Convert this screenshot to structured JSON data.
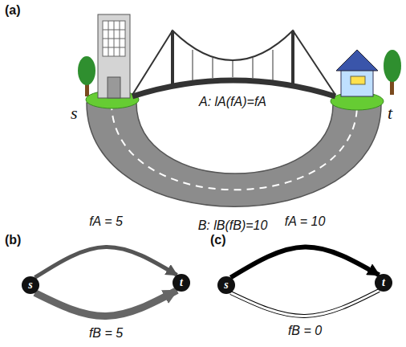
{
  "diagram": {
    "nodes": [
      {
        "text": [
          "s"
        ]
      },
      {
        "text": [
          "t"
        ]
      },
      {
        "text": [
          "s"
        ]
      },
      {
        "text": [
          "t"
        ]
      }
    ],
    "edges": [
      {
        "from": 0,
        "to": 1,
        "label": "fA = 5",
        "arrow": "to"
      },
      {
        "from": 0,
        "to": 1,
        "label": "fB = 5",
        "arrow": "to"
      },
      {
        "from": 2,
        "to": 3,
        "label": "fA = 10",
        "arrow": "to"
      },
      {
        "from": 2,
        "to": 3,
        "label": "fB = 0",
        "arrow": "none"
      }
    ],
    "labels": [
      "(a)",
      "s",
      "t",
      "A: lA(fA)=fA",
      "B: lB(fB)=10",
      "(b)",
      "(c)"
    ]
  }
}
